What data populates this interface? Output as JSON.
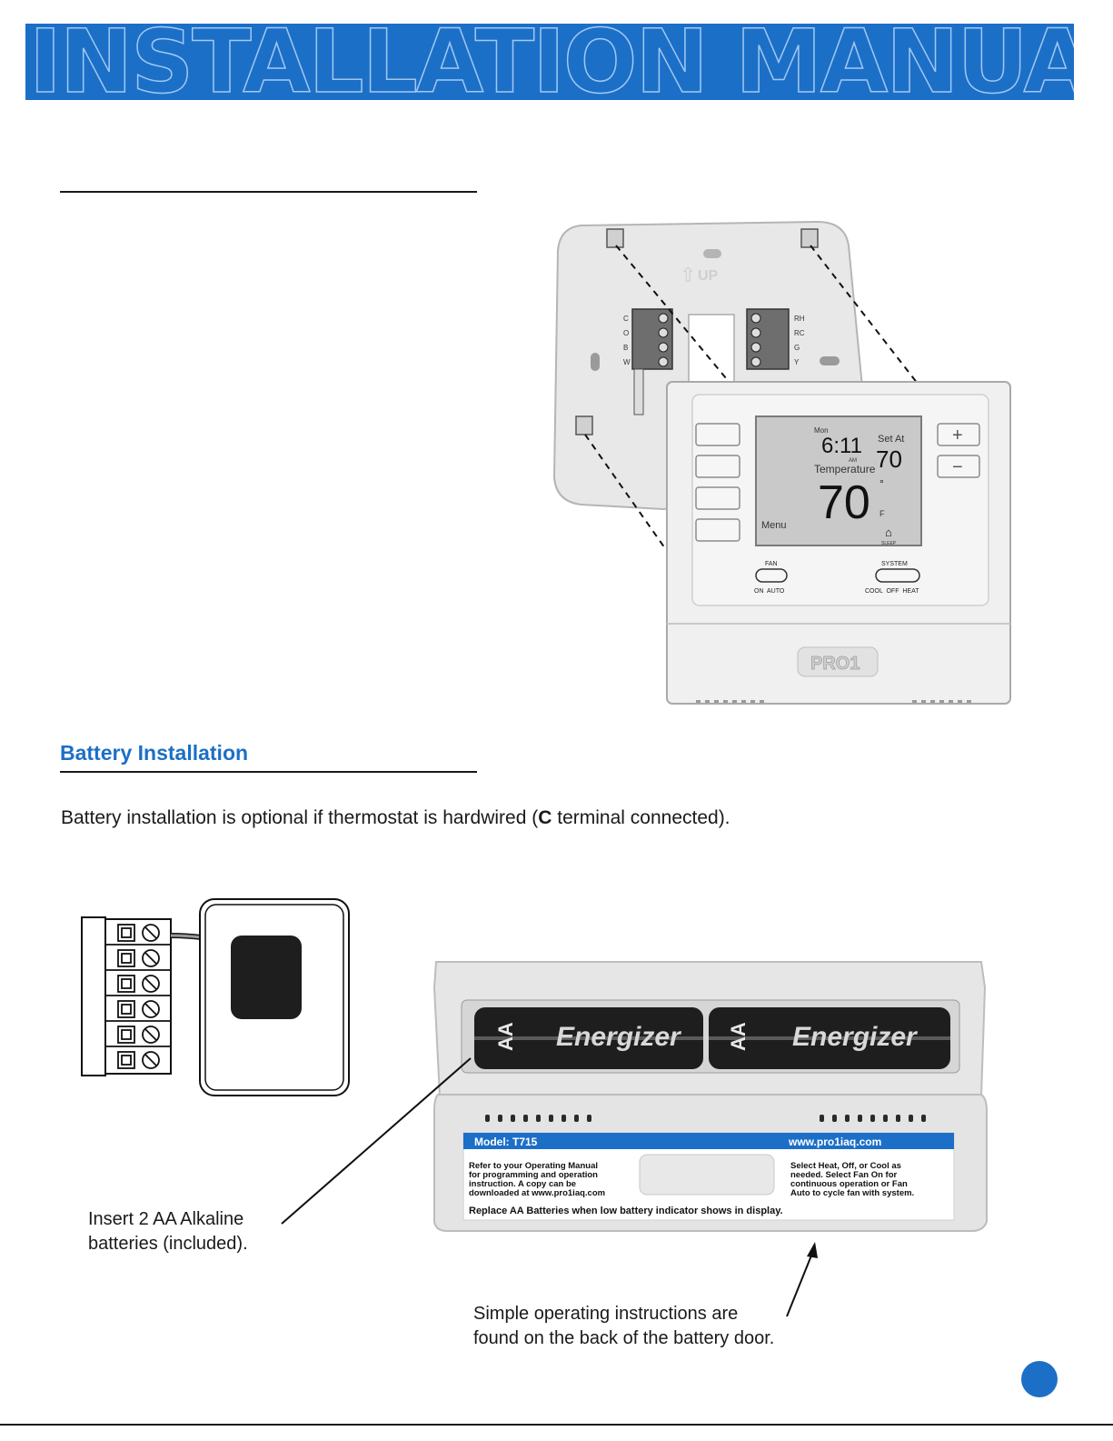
{
  "header": {
    "banner_title": "INSTALLATION MANUAL"
  },
  "thermostat": {
    "base_terminals_left": [
      "C",
      "O",
      "B",
      "W"
    ],
    "base_terminals_right": [
      "RH",
      "RC",
      "G",
      "Y"
    ],
    "base_up_label": "UP",
    "display": {
      "day": "Mon",
      "time": "6:11",
      "am_pm": "AM",
      "set_at_label": "Set At",
      "set_at_value": "70",
      "temperature_label": "Temperature",
      "temperature_value": "70",
      "unit": "F",
      "menu_label": "Menu",
      "sleep_label": "SLEEP"
    },
    "plus_label": "+",
    "minus_label": "−",
    "fan_label": "FAN",
    "fan_options": "ON  AUTO",
    "system_label": "SYSTEM",
    "system_options": "COOL  OFF  HEAT",
    "brand": "PRO1"
  },
  "battery_section": {
    "heading": "Battery Installation",
    "intro_before": "Battery installation is optional if thermostat is hardwired (",
    "intro_bold": "C",
    "intro_after": " terminal connected).",
    "caption_batteries_line1": "Insert 2 AA Alkaline",
    "caption_batteries_line2": "batteries (included).",
    "caption_door_line1": "Simple operating instructions are",
    "caption_door_line2": "found on the back of the battery door."
  },
  "battery_door": {
    "model": "Model: T715",
    "website": "www.pro1iaq.com",
    "left_text": [
      "Refer to your Operating Manual",
      "for programming and operation",
      "instruction.  A copy can be",
      "downloaded at www.pro1iaq.com"
    ],
    "right_text": [
      "Select Heat, Off, or Cool as",
      "needed. Select Fan On for",
      "continuous operation or Fan",
      "Auto to cycle fan with system."
    ],
    "footer": "Replace AA Batteries when low battery indicator shows in display.",
    "battery_brand": "Energizer",
    "battery_size": "AA"
  }
}
